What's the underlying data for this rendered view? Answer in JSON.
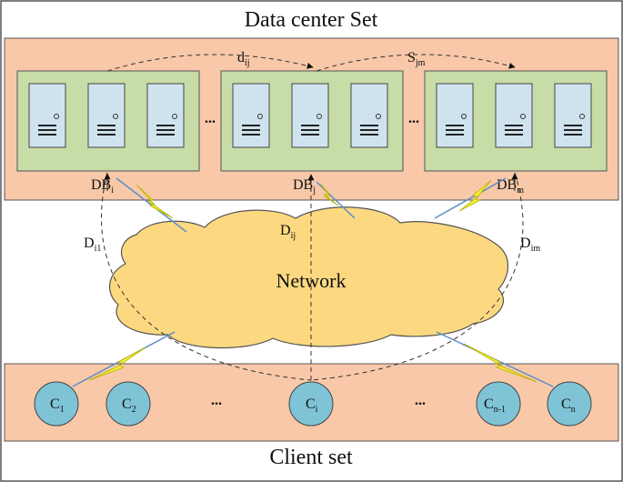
{
  "header": {
    "title": "Data center Set"
  },
  "footer": {
    "title": "Client set"
  },
  "network": {
    "label": "Network"
  },
  "ellipsis": "...",
  "datacenters": [
    {
      "label": "DB",
      "sub": "i"
    },
    {
      "label": "DB",
      "sub": "j"
    },
    {
      "label": "DB",
      "sub": "m"
    }
  ],
  "links": {
    "d_ij": {
      "label": "d",
      "sub": "ij"
    },
    "s_jm": {
      "label": "S",
      "sub": "jm"
    },
    "D_i1": {
      "label": "D",
      "sub": "i1"
    },
    "D_ij": {
      "label": "D",
      "sub": "ij"
    },
    "D_im": {
      "label": "D",
      "sub": "im"
    }
  },
  "clients": [
    {
      "label": "C",
      "sub": "1"
    },
    {
      "label": "C",
      "sub": "2"
    },
    {
      "label": "C",
      "sub": "i"
    },
    {
      "label": "C",
      "sub": "n-1"
    },
    {
      "label": "C",
      "sub": "n"
    }
  ],
  "colors": {
    "band": "#f8c8a8",
    "rack": "#c8dca8",
    "server": "#cfe3ef",
    "client": "#7fc3d6",
    "cloud": "#fcd980",
    "bolt": "#f5f03a",
    "link": "#5a8ec8"
  }
}
